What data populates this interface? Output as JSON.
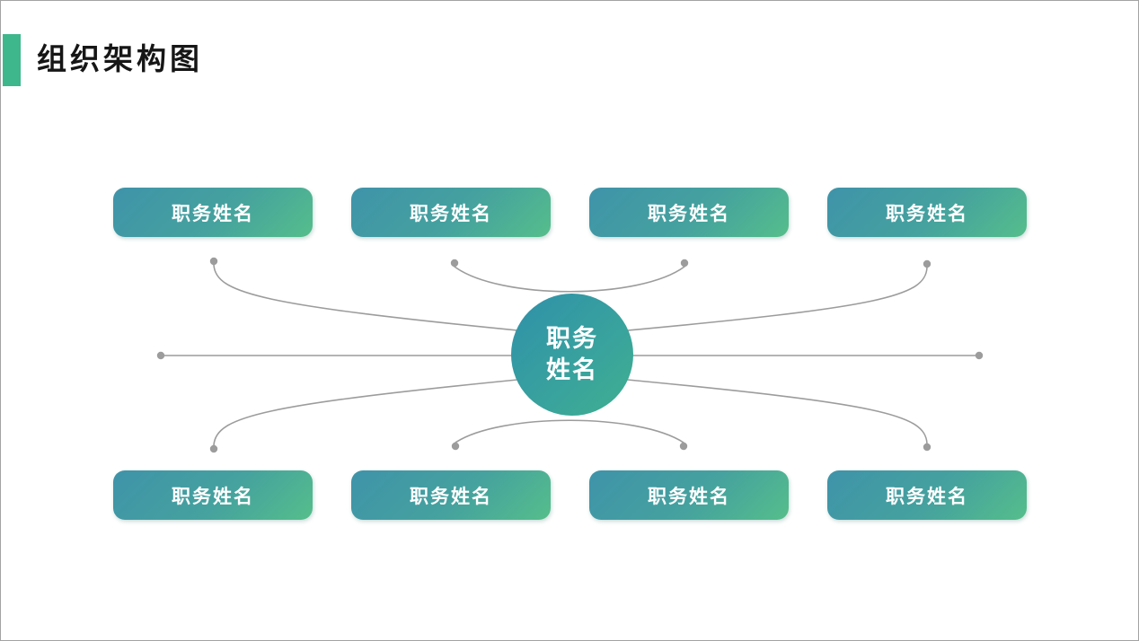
{
  "slide": {
    "title": "组织架构图"
  },
  "diagram": {
    "type": "organization-chart",
    "center_node": {
      "line1": "职务",
      "line2": "姓名"
    },
    "top_nodes": [
      {
        "label": "职务姓名"
      },
      {
        "label": "职务姓名"
      },
      {
        "label": "职务姓名"
      },
      {
        "label": "职务姓名"
      }
    ],
    "bottom_nodes": [
      {
        "label": "职务姓名"
      },
      {
        "label": "职务姓名"
      },
      {
        "label": "职务姓名"
      },
      {
        "label": "职务姓名"
      }
    ],
    "colors": {
      "accent_bar": "#3FB78C",
      "node_gradient_start": "#3F93A9",
      "node_gradient_end": "#55BE8B",
      "center_gradient_start": "#2F90A9",
      "center_gradient_end": "#3FB08F",
      "connector": "#9C9C9C",
      "title_text": "#161616",
      "node_text": "#FFFFFF"
    }
  }
}
